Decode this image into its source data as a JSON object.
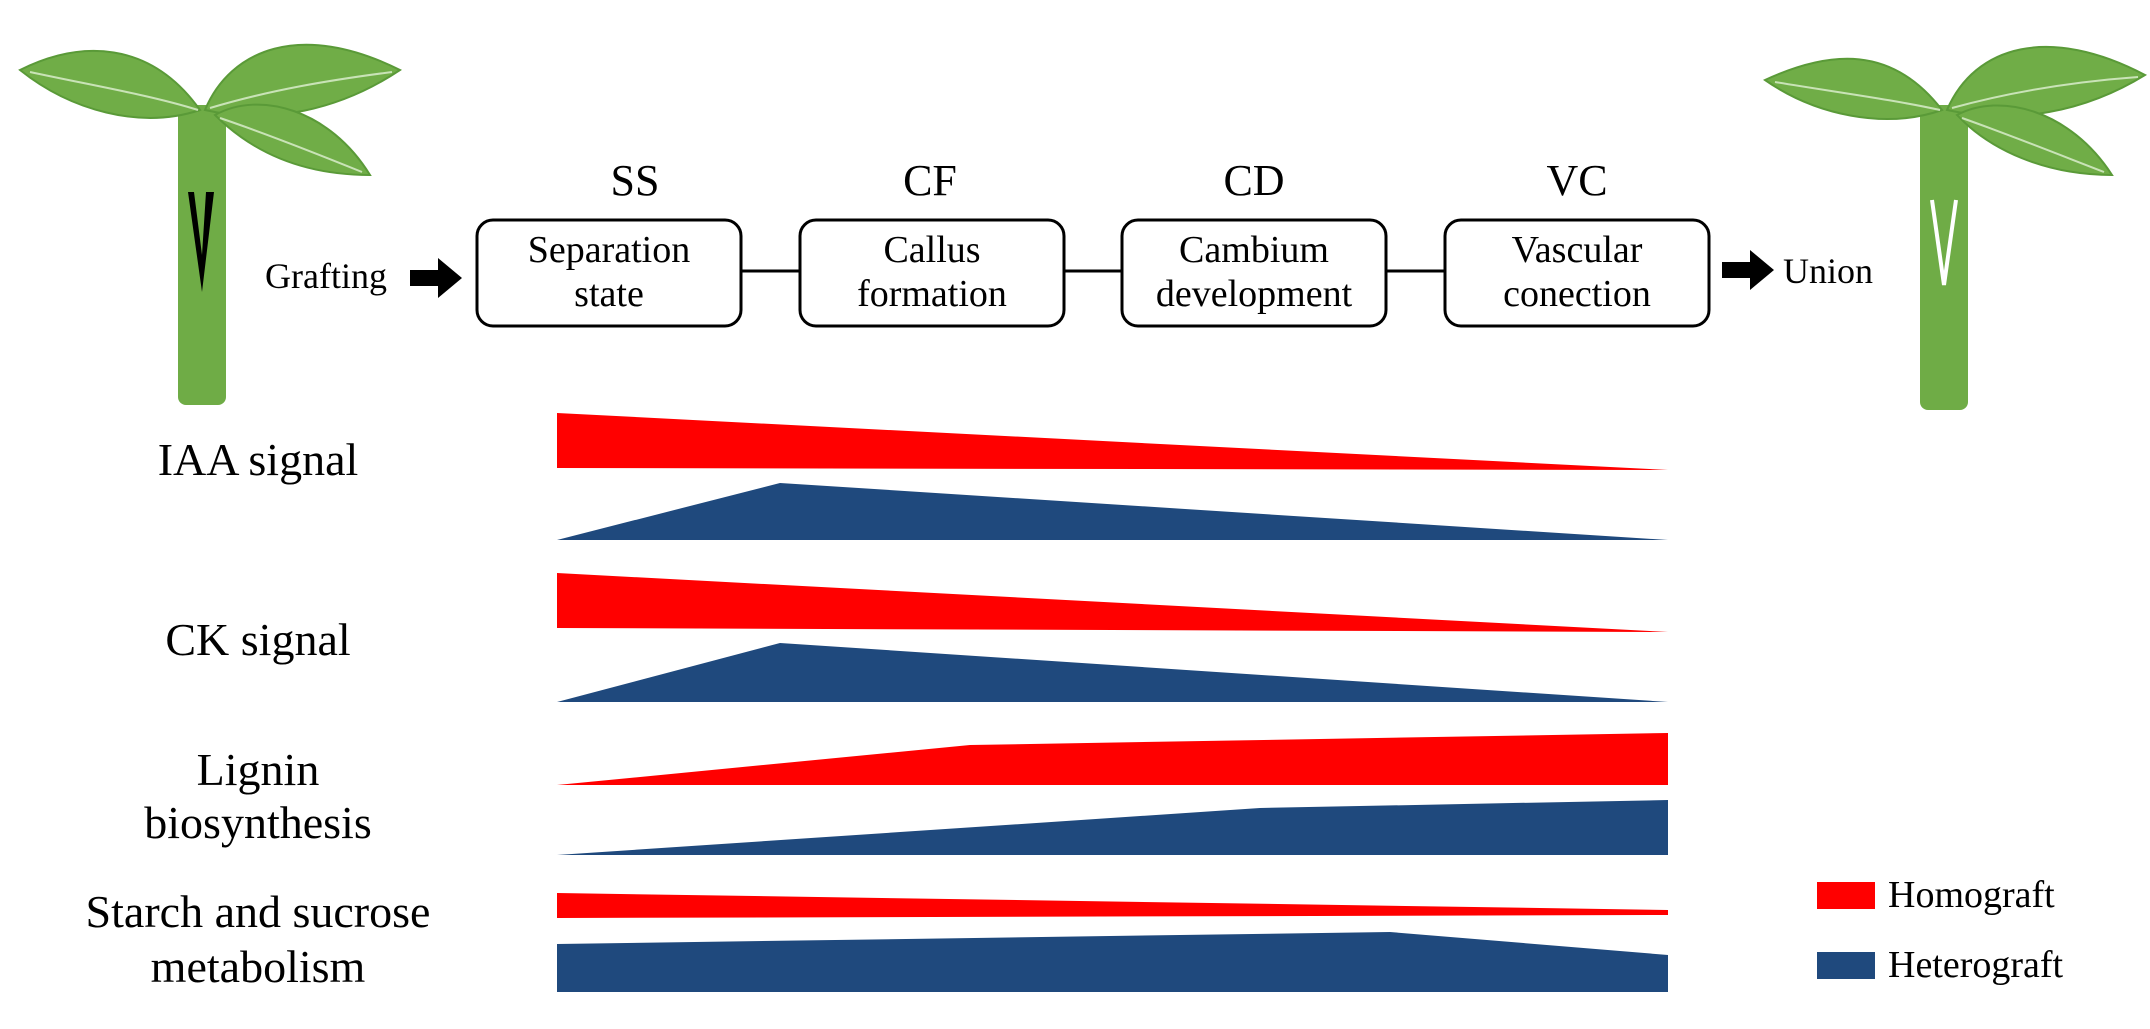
{
  "flow": {
    "start_label": "Grafting",
    "end_label": "Union",
    "stages": [
      {
        "abbr": "SS",
        "line1": "Separation",
        "line2": "state"
      },
      {
        "abbr": "CF",
        "line1": "Callus",
        "line2": "formation"
      },
      {
        "abbr": "CD",
        "line1": "Cambium",
        "line2": "development"
      },
      {
        "abbr": "VC",
        "line1": "Vascular",
        "line2": "conection"
      }
    ]
  },
  "rows": [
    {
      "line1": "IAA signal",
      "line2": ""
    },
    {
      "line1": "CK signal",
      "line2": ""
    },
    {
      "line1": "Lignin",
      "line2": "biosynthesis"
    },
    {
      "line1": "Starch and sucrose",
      "line2": "metabolism"
    }
  ],
  "legend": [
    {
      "label": "Homograft",
      "color": "#ff0000"
    },
    {
      "label": "Heterograft",
      "color": "#1f497d"
    }
  ],
  "colors": {
    "homograft": "#ff0000",
    "heterograft": "#1f497d",
    "plant_green": "#6fac46",
    "leaf_green": "#70ad47"
  }
}
